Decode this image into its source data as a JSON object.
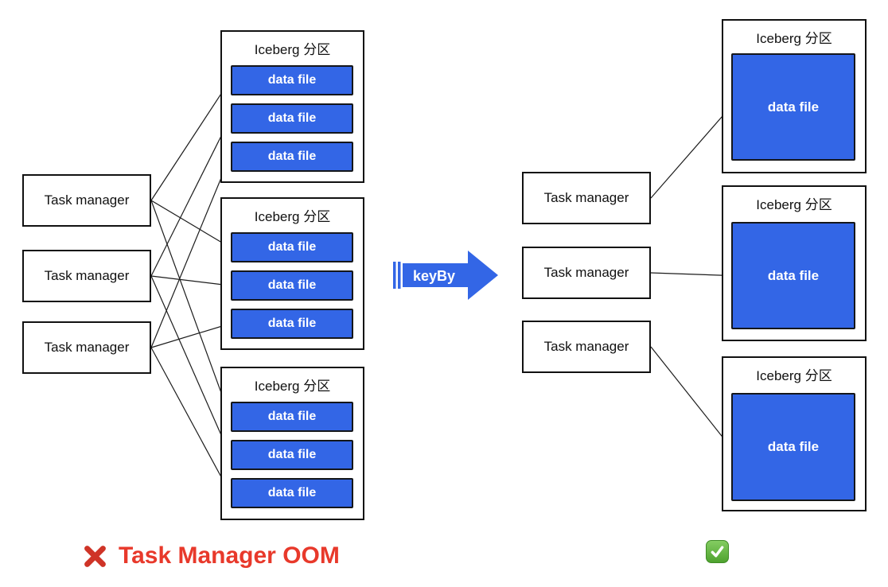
{
  "before": {
    "task_managers": [
      "Task manager",
      "Task manager",
      "Task manager"
    ],
    "partitions": [
      {
        "title": "Iceberg 分区",
        "data_files": [
          "data file",
          "data file",
          "data file"
        ]
      },
      {
        "title": "Iceberg 分区",
        "data_files": [
          "data file",
          "data file",
          "data file"
        ]
      },
      {
        "title": "Iceberg 分区",
        "data_files": [
          "data file",
          "data file",
          "data file"
        ]
      }
    ],
    "caption": {
      "icon": "cross-mark-icon",
      "text": "Task Manager OOM"
    }
  },
  "transform": {
    "label": "keyBy"
  },
  "after": {
    "task_managers": [
      "Task manager",
      "Task manager",
      "Task manager"
    ],
    "partitions": [
      {
        "title": "Iceberg 分区",
        "data_files": [
          "data file"
        ]
      },
      {
        "title": "Iceberg 分区",
        "data_files": [
          "data file"
        ]
      },
      {
        "title": "Iceberg 分区",
        "data_files": [
          "data file"
        ]
      }
    ],
    "caption": {
      "icon": "check-mark-icon"
    }
  },
  "colors": {
    "file_blue": "#3366E6",
    "arrow_blue": "#3366E6",
    "line_black": "#1c1c1c",
    "error_red": "#E8392B",
    "cross_red": "#CF3427",
    "check_green": "#4EA22E"
  },
  "connections": {
    "before": [
      [
        "L-TM0",
        "L-P0-F0"
      ],
      [
        "L-TM0",
        "L-P1-F0"
      ],
      [
        "L-TM0",
        "L-P2-F0"
      ],
      [
        "L-TM1",
        "L-P0-F1"
      ],
      [
        "L-TM1",
        "L-P1-F1"
      ],
      [
        "L-TM1",
        "L-P2-F1"
      ],
      [
        "L-TM2",
        "L-P0-F2"
      ],
      [
        "L-TM2",
        "L-P1-F2"
      ],
      [
        "L-TM2",
        "L-P2-F2"
      ]
    ],
    "after": [
      [
        "R-TM0",
        "R-P0-F0"
      ],
      [
        "R-TM1",
        "R-P1-F0"
      ],
      [
        "R-TM2",
        "R-P2-F0"
      ]
    ]
  }
}
